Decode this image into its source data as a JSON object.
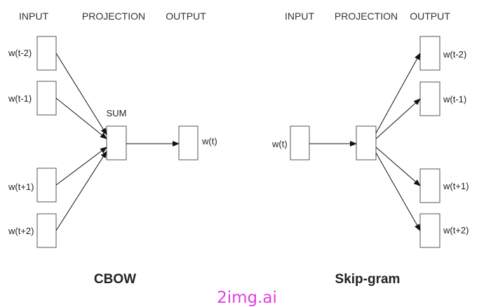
{
  "cbow": {
    "headers": {
      "input": "INPUT",
      "projection": "PROJECTION",
      "output": "OUTPUT"
    },
    "inputs": [
      "w(t-2)",
      "w(t-1)",
      "w(t+1)",
      "w(t+2)"
    ],
    "sum_label": "SUM",
    "output_label": "w(t)",
    "title": "CBOW"
  },
  "skipgram": {
    "headers": {
      "input": "INPUT",
      "projection": "PROJECTION",
      "output": "OUTPUT"
    },
    "input_label": "w(t)",
    "outputs": [
      "w(t-2)",
      "w(t-1)",
      "w(t+1)",
      "w(t+2)"
    ],
    "title": "Skip-gram"
  },
  "watermark": "2img.ai",
  "colors": {
    "watermark": "#e040e0",
    "stroke": "#111111",
    "box_border": "#555555"
  }
}
